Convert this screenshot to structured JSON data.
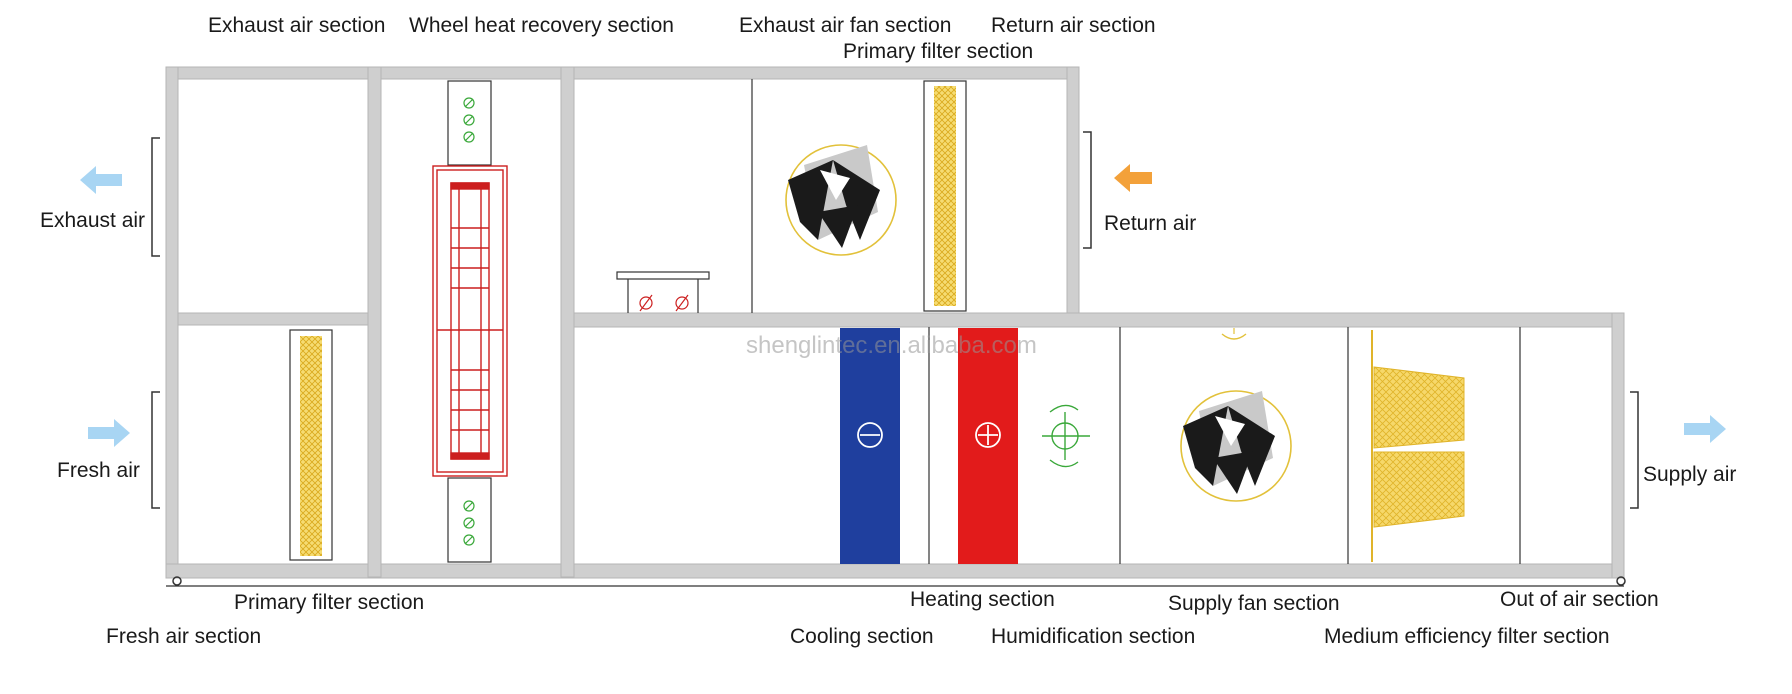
{
  "labels": {
    "exhaust_air_section": "Exhaust air section",
    "wheel_heat_recovery_section": "Wheel heat recovery section",
    "exhaust_air_fan_section": "Exhaust air fan section",
    "return_air_section": "Return air section",
    "primary_filter_section_top": "Primary filter section",
    "exhaust_air": "Exhaust air",
    "return_air": "Return air",
    "fresh_air": "Fresh air",
    "supply_air": "Supply air",
    "primary_filter_section_bottom": "Primary filter section",
    "fresh_air_section": "Fresh air section",
    "heating_section": "Heating section",
    "cooling_section": "Cooling section",
    "humidification_section": "Humidification section",
    "supply_fan_section": "Supply fan section",
    "out_of_air_section": "Out of air section",
    "medium_efficiency_filter_section": "Medium efficiency filter section"
  },
  "watermark": "shenglintec.en.alibaba.com",
  "colors": {
    "casing": "#cfcfcf",
    "cooling_coil": "#1f3f9e",
    "heating_coil": "#e21b1b",
    "filter": "#f2cf4c",
    "wheel": "#cc1f1f",
    "humidifier": "#3aa83a",
    "exhaust_arrow": "#8fc8ef",
    "return_arrow": "#f29a26"
  },
  "icons": {
    "fan": "fan-icon",
    "wheel": "heat-recovery-wheel-icon",
    "coil_minus": "minus-circle-icon",
    "coil_plus": "plus-circle-icon",
    "humidifier": "crosshair-icon",
    "arrows": "arrow-left-icon / arrow-right-icon"
  }
}
